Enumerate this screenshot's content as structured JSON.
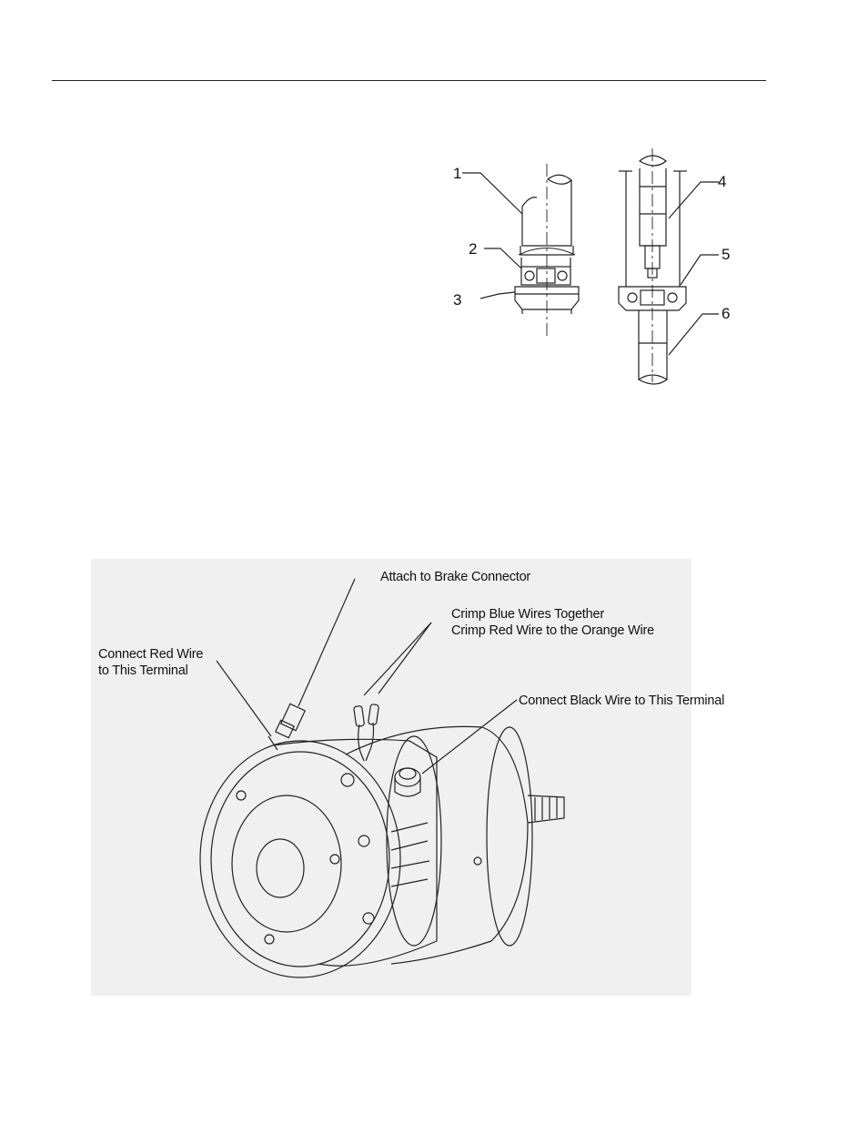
{
  "bearing_diagram": {
    "callouts": [
      "1",
      "2",
      "3",
      "4",
      "5",
      "6"
    ]
  },
  "motor_diagram": {
    "labels": {
      "brake_connector": "Attach to Brake Connector",
      "crimp_blue": "Crimp Blue Wires Together",
      "crimp_red_orange": "Crimp Red Wire to the Orange Wire",
      "red_wire_line1": "Connect Red Wire",
      "red_wire_line2": "to This Terminal",
      "black_wire": "Connect Black Wire to This Terminal"
    }
  }
}
